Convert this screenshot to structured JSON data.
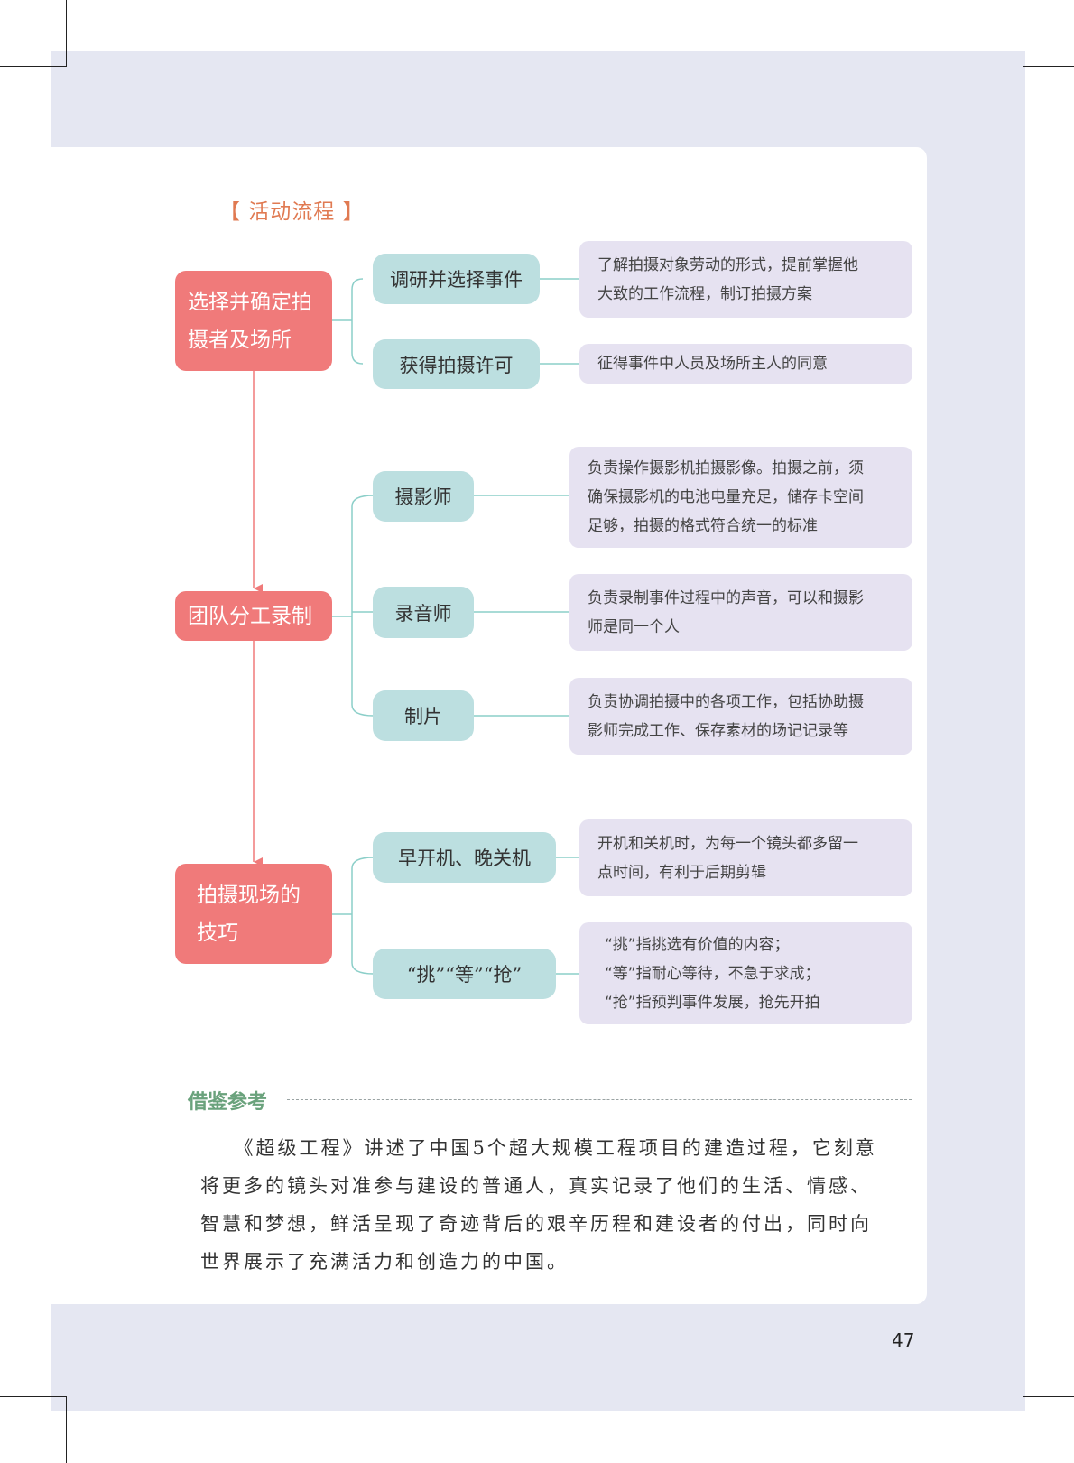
{
  "heading": "【 活动流程 】",
  "steps": [
    {
      "title_lines": [
        "选择并确定拍",
        "摄者及场所"
      ],
      "subs": [
        {
          "label": "调研并选择事件",
          "desc": [
            "了解拍摄对象劳动的形式，提前掌握他",
            "大致的工作流程，制订拍摄方案"
          ]
        },
        {
          "label": "获得拍摄许可",
          "desc": [
            "征得事件中人员及场所主人的同意"
          ]
        }
      ]
    },
    {
      "title_lines": [
        "团队分工录制"
      ],
      "subs": [
        {
          "label": "摄影师",
          "desc": [
            "负责操作摄影机拍摄影像。拍摄之前，须",
            "确保摄影机的电池电量充足，储存卡空间",
            "足够，拍摄的格式符合统一的标准"
          ]
        },
        {
          "label": "录音师",
          "desc": [
            "负责录制事件过程中的声音，可以和摄影",
            "师是同一个人"
          ]
        },
        {
          "label": "制片",
          "desc": [
            "负责协调拍摄中的各项工作，包括协助摄",
            "影师完成工作、保存素材的场记记录等"
          ]
        }
      ]
    },
    {
      "title_lines": [
        "拍摄现场的",
        "技巧"
      ],
      "subs": [
        {
          "label": "早开机、晚关机",
          "desc": [
            "开机和关机时，为每一个镜头都多留一",
            "点时间，有利于后期剪辑"
          ]
        },
        {
          "label": "“挑”“等”“抢”",
          "desc": [
            "“挑”指挑选有价值的内容；",
            "“等”指耐心等待，不急于求成；",
            "“抢”指预判事件发展，抢先开拍"
          ]
        }
      ]
    }
  ],
  "reference": {
    "title": "借鉴参考",
    "paragraph_lines": [
      "　　《超级工程》讲述了中国5个超大规模工程项目的建造过程，它刻意",
      "将更多的镜头对准参与建设的普通人，真实记录了他们的生活、情感、",
      "智慧和梦想，鲜活呈现了奇迹背后的艰辛历程和建设者的付出，同时向",
      "世界展示了充满活力和创造力的中国。"
    ]
  },
  "page_number": "47",
  "colors": {
    "main_node": "#f07a7a",
    "sub_node": "#bcdfe0",
    "desc_box": "#e6e2f1",
    "heading": "#e07a52",
    "reference_title": "#6aa27c",
    "background_panel": "#e5e7f2"
  }
}
